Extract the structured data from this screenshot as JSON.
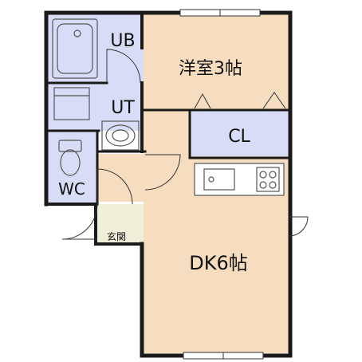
{
  "rooms": {
    "western_room": {
      "label": "洋室3帖"
    },
    "closet": {
      "label": "CL"
    },
    "unit_bath": {
      "label": "UB"
    },
    "utility": {
      "label": "UT"
    },
    "toilet": {
      "label": "WC"
    },
    "entrance": {
      "label": "玄関"
    },
    "dining_kitchen": {
      "label": "DK6帖"
    }
  },
  "colors": {
    "room_floor": "#f7ddc0",
    "wet_area": "#d9dcf7",
    "entrance_floor": "#efeed9",
    "wall": "#1a1a1a",
    "fixture": "#bdbdbd"
  }
}
